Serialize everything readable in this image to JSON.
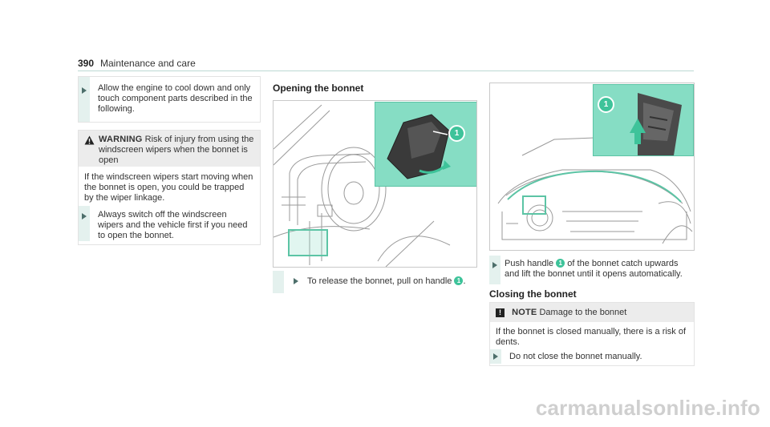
{
  "header": {
    "page_number": "390",
    "section_title": "Maintenance and care"
  },
  "left_column": {
    "step_allow": "Allow the engine to cool down and only touch component parts described in the following.",
    "warning": {
      "label": "WARNING",
      "title_text": "Risk of injury from using the windscreen wipers when the bonnet is open",
      "body": "If the windscreen wipers start moving when the bonnet is open, you could be trapped by the wiper linkage.",
      "step": "Always switch off the windscreen wipers and the vehicle first if you need to open the bonnet."
    }
  },
  "middle_column": {
    "heading": "Opening the bonnet",
    "callout": "1",
    "step_prefix": "To release the bonnet, pull on handle",
    "step_suffix": "."
  },
  "right_column": {
    "callout": "1",
    "step_prefix": "Push handle",
    "step_suffix": "of the bonnet catch upwards and lift the bonnet until it opens automatically.",
    "closing_heading": "Closing the bonnet",
    "note": {
      "icon": "!",
      "label": "NOTE",
      "title_text": "Damage to the bonnet",
      "body": "If the bonnet is closed manually, there is a risk of dents.",
      "step": "Do not close the bonnet manually."
    }
  },
  "watermark": "carmanualsonline.info",
  "colors": {
    "accent": "#3ec39a",
    "inset": "#86ddc4",
    "warning_bg": "#ececec"
  }
}
